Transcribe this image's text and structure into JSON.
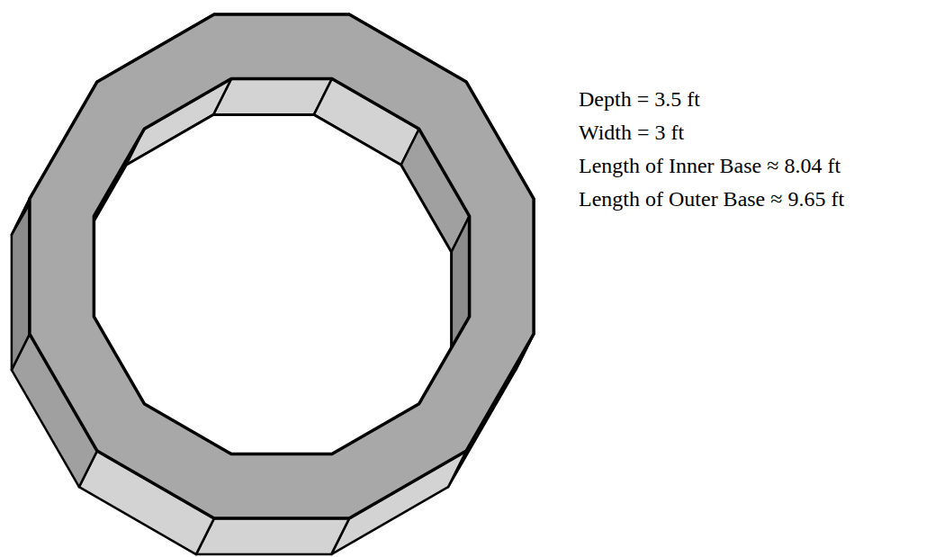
{
  "diagram": {
    "labels": [
      "Depth = 3.5 ft",
      "Width = 3 ft",
      "Length of Inner Base ≈ 8.04 ft",
      "Length of Outer Base ≈ 9.65 ft"
    ]
  }
}
